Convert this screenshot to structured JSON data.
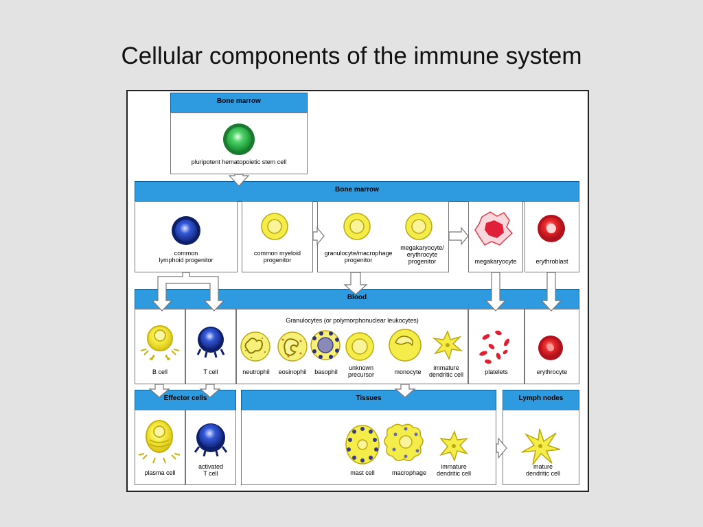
{
  "title": "Cellular components of the immune system",
  "colors": {
    "header_blue": "#2e9be0",
    "cell_yellow": "#f4ec48",
    "cell_blue": "#1f3fb3",
    "cell_green": "#22b14c",
    "cell_red": "#e01a24"
  },
  "sections": {
    "bone_marrow_top": "Bone marrow",
    "bone_marrow": "Bone marrow",
    "blood": "Blood",
    "effector_cells": "Effector cells",
    "tissues": "Tissues",
    "lymph_nodes": "Lymph nodes"
  },
  "cells": {
    "stem_cell": "pluripotent hematopoietic stem cell",
    "common_lymphoid": "common\nlymphoid progenitor",
    "common_myeloid": "common myeloid\nprogenitor",
    "granulocyte_macrophage": "granulocyte/macrophage\nprogenitor",
    "megakaryocyte_erythrocyte": "megakaryocyte/\nerythrocyte\nprogenitor",
    "megakaryocyte": "megakaryocyte",
    "erythroblast": "erythroblast",
    "granulocytes_caption": "Granulocytes (or polymorphonuclear leukocytes)",
    "b_cell": "B cell",
    "t_cell": "T cell",
    "neutrophil": "neutrophil",
    "eosinophil": "eosinophil",
    "basophil": "basophil",
    "unknown_precursor": "unknown\nprecursor",
    "monocyte": "monocyte",
    "immature_dendritic_blood": "immature\ndendritic cell",
    "platelets": "platelets",
    "erythrocyte": "erythrocyte",
    "plasma_cell": "plasma cell",
    "activated_t_cell": "activated\nT cell",
    "mast_cell": "mast cell",
    "macrophage": "macrophage",
    "immature_dendritic_tissue": "immature\ndendritic cell",
    "mature_dendritic": "mature\ndendritic cell"
  }
}
